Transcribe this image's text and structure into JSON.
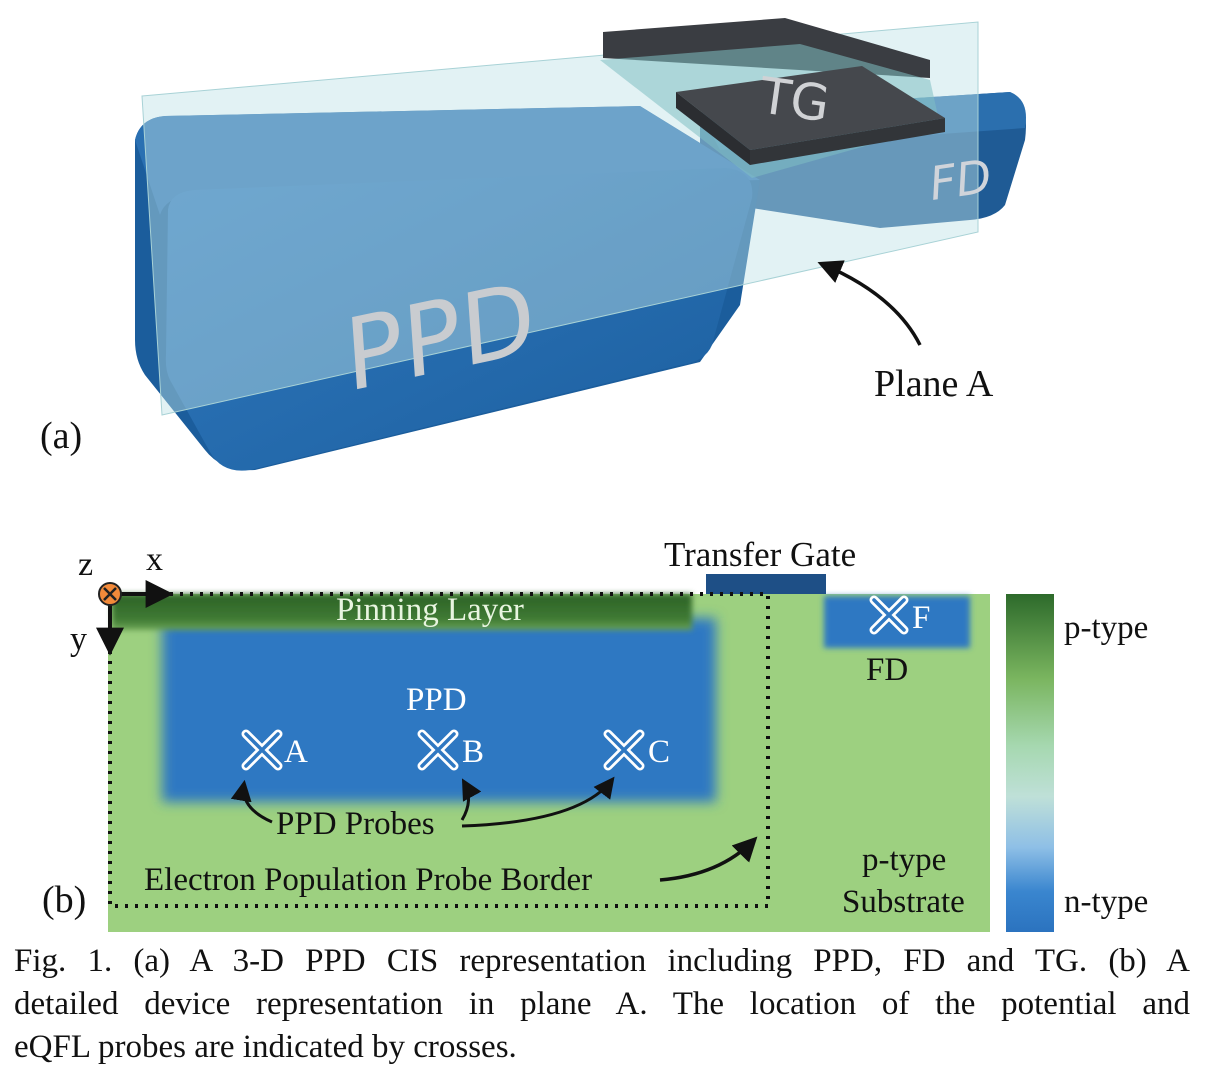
{
  "part_a": {
    "label": "(a)",
    "ppd_label": "PPD",
    "tg_label": "TG",
    "fd_label": "FD",
    "plane_label": "Plane A"
  },
  "part_b": {
    "label": "(b)",
    "axis_z": "z",
    "axis_x": "x",
    "axis_y": "y",
    "transfer_gate": "Transfer Gate",
    "pinning_layer": "Pinning Layer",
    "ppd": "PPD",
    "fd": "FD",
    "probe_a": "A",
    "probe_b": "B",
    "probe_c": "C",
    "probe_f": "F",
    "ppd_probes": "PPD Probes",
    "probe_border": "Electron Population Probe Border",
    "substrate_line1": "p-type",
    "substrate_line2": "Substrate",
    "legend_top": "p-type",
    "legend_bottom": "n-type",
    "colors": {
      "substrate": "#9dd080",
      "n_type": "#2f78c2",
      "p_type": "#2e6b2a",
      "gate": "#1e4f86"
    }
  },
  "caption": {
    "line1": "Fig. 1. (a) A 3-D PPD CIS representation including PPD, FD and TG. (b) A",
    "line2": "detailed device representation in plane A. The location of the potential and",
    "line3": "eQFL probes are indicated by crosses."
  }
}
